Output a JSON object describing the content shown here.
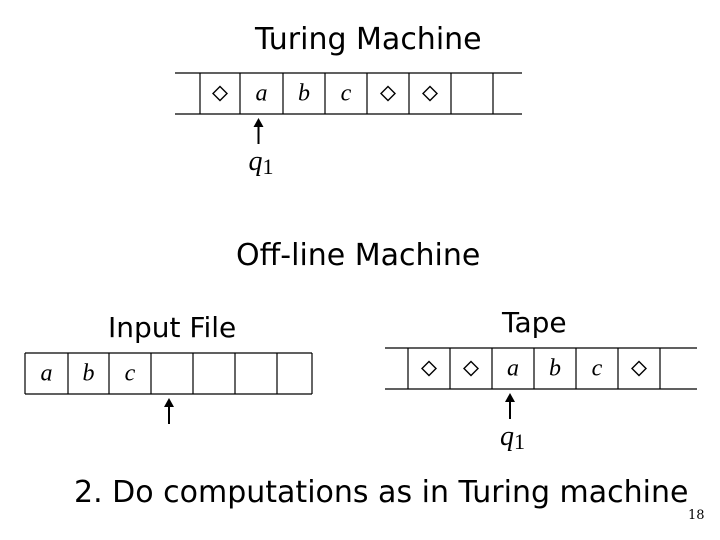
{
  "title": "Turing Machine",
  "offline_title": "Off-line Machine",
  "input_label": "Input File",
  "tape_label": "Tape",
  "step_text": "2. Do computations as in Turing machine",
  "page_number": "18",
  "tm_tape": [
    "◇",
    "a",
    "b",
    "c",
    "◇",
    "◇",
    "",
    ""
  ],
  "tm_head_state": "q1",
  "input_file": [
    "a",
    "b",
    "c",
    "",
    "",
    "",
    ""
  ],
  "offline_tape": [
    "◇",
    "◇",
    "a",
    "b",
    "c",
    "◇",
    "",
    ""
  ],
  "offline_head_state": "q1",
  "tm_head_index": 1,
  "input_head_index": 3,
  "offline_head_index": 2,
  "blank_symbol": "◇"
}
